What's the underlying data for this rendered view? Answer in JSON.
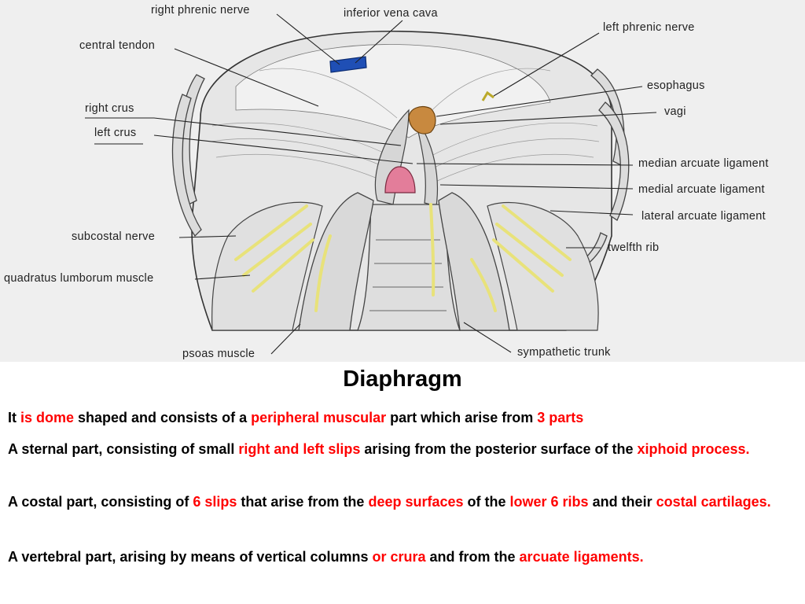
{
  "figure": {
    "labels": {
      "right_phrenic_nerve": "right phrenic nerve",
      "inferior_vena_cava": "inferior vena cava",
      "left_phrenic_nerve": "left phrenic nerve",
      "central_tendon": "central tendon",
      "esophagus": "esophagus",
      "right_crus": "right crus",
      "vagi": "vagi",
      "left_crus": "left crus",
      "median_arcuate_ligament": "median arcuate ligament",
      "medial_arcuate_ligament": "medial arcuate ligament",
      "lateral_arcuate_ligament": "lateral arcuate ligament",
      "subcostal_nerve": "subcostal nerve",
      "twelfth_rib": "twelfth rib",
      "quadratus_lumborum_muscle": "quadratus lumborum muscle",
      "psoas_muscle": "psoas muscle",
      "sympathetic_trunk": "sympathetic trunk"
    },
    "colors": {
      "background": "#efefef",
      "ivc": "#1f4fb5",
      "esophagus": "#c8893f",
      "aorta": "#e37d9a",
      "nerves": "#e8e27a"
    }
  },
  "title": "Diaphragm",
  "p1": {
    "t1": "It ",
    "h1": "is dome",
    "t2": " shaped and consists of a ",
    "h2": "peripheral muscular",
    "t3": " part which arise from ",
    "h3": "3 parts"
  },
  "p2": {
    "t1": "A sternal part, consisting of small ",
    "h1": "right and left slips",
    "t2": " arising from the posterior surface of the ",
    "h2": "xiphoid process."
  },
  "p3": {
    "t1": "A costal part, consisting of ",
    "h1": "6 slips",
    "t2": " that arise from the ",
    "h2": "deep surfaces",
    "t3": " of the ",
    "h3": "lower 6 ribs",
    "t4": " and their ",
    "h4": "costal cartilages."
  },
  "p4": {
    "t1": "A vertebral part, arising by means of vertical columns ",
    "h1": "or crura",
    "t2": " and from the ",
    "h2": "arcuate ligaments."
  }
}
